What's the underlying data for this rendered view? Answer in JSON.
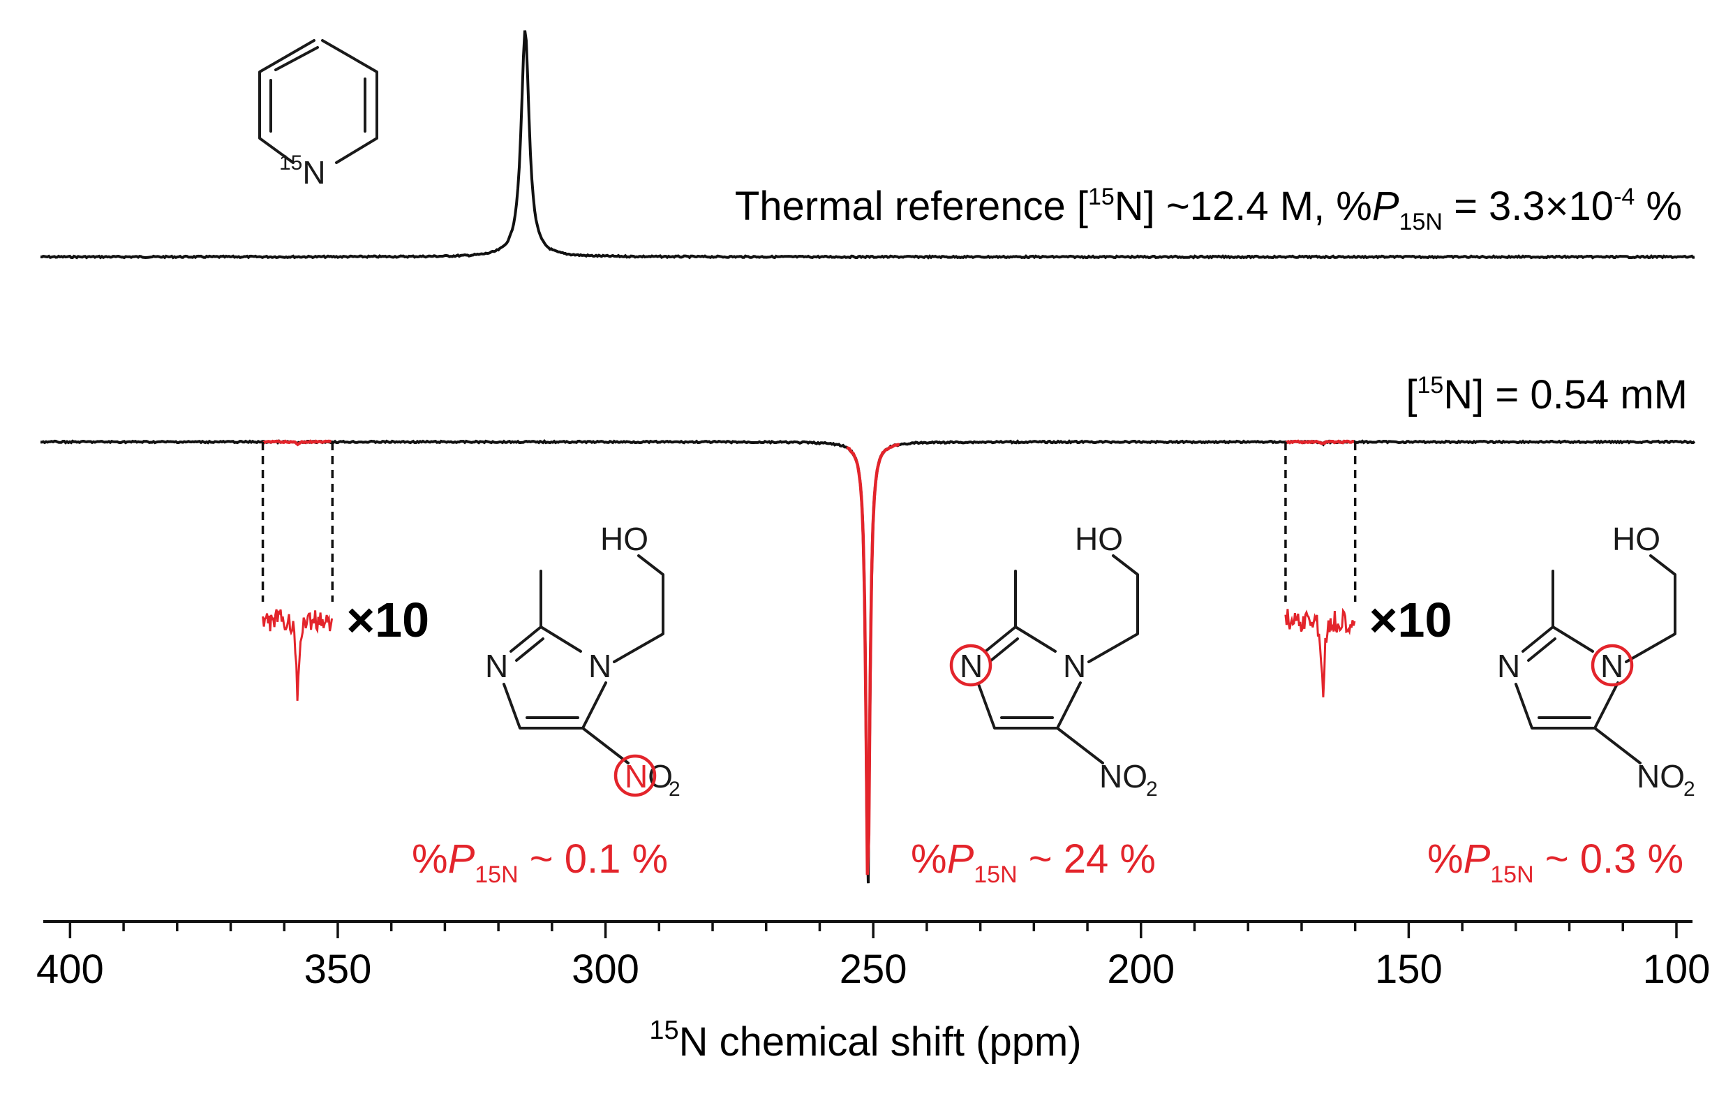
{
  "chart_data": {
    "type": "line",
    "x_axis": {
      "label_sup": "15",
      "label_main": "N chemical shift (ppm)",
      "range": [
        405,
        97
      ],
      "reversed": true,
      "ticks": [
        400,
        350,
        300,
        250,
        200,
        150,
        100
      ],
      "tick_labels": [
        "400",
        "350",
        "300",
        "250",
        "200",
        "150",
        "100"
      ],
      "minor_step": 10
    },
    "series": [
      {
        "role": "thermal-reference",
        "color": "#111111",
        "peaks": [
          {
            "x": 315,
            "intensity": 1.0,
            "width": 0.9
          }
        ],
        "annotation": {
          "pre": "Thermal reference [",
          "sup": "15",
          "mid": "N] ~12.4 M, %",
          "italic": "P",
          "sub": "15N",
          "eq": " = 3.3×10",
          "exp": "-4",
          "post": " %"
        }
      },
      {
        "role": "hyperpolarized",
        "color": "#111111",
        "highlight_color": "#e3242b",
        "peaks": [
          {
            "x": 251,
            "intensity": -1.0,
            "width": 0.45
          },
          {
            "x": 357.5,
            "intensity": -0.004,
            "width": 0.3
          },
          {
            "x": 166,
            "intensity": -0.004,
            "width": 0.3
          }
        ],
        "highlight_ranges": [
          [
            364,
            351
          ],
          [
            255,
            245
          ],
          [
            173,
            160
          ]
        ],
        "annotation": {
          "pre": "[",
          "sup": "15",
          "post": "N] = 0.54 mM"
        }
      }
    ],
    "zoom_insets": [
      {
        "x_range": [
          364,
          351
        ],
        "factor_label": "×10",
        "peak_x": 357.5
      },
      {
        "x_range": [
          173,
          160
        ],
        "factor_label": "×10",
        "peak_x": 166
      }
    ],
    "polarization_labels": [
      {
        "pre": "%",
        "italic": "P",
        "sub": "15N",
        "post": " ~ 0.1 %"
      },
      {
        "pre": "%",
        "italic": "P",
        "sub": "15N",
        "post": " ~ 24 %"
      },
      {
        "pre": "%",
        "italic": "P",
        "sub": "15N",
        "post": " ~ 0.3 %"
      }
    ],
    "molecules": {
      "pyridine": {
        "n_sup": "15",
        "n_label": "N"
      },
      "metronidazole": {
        "ho": "HO",
        "n": "N",
        "no2_main": "NO",
        "no2_o": "O",
        "no2_sub": "2",
        "highlighted_atoms": [
          "nitro-N",
          "imidazole-N3",
          "imidazole-N1"
        ]
      }
    },
    "grid": false,
    "legend": "none"
  }
}
